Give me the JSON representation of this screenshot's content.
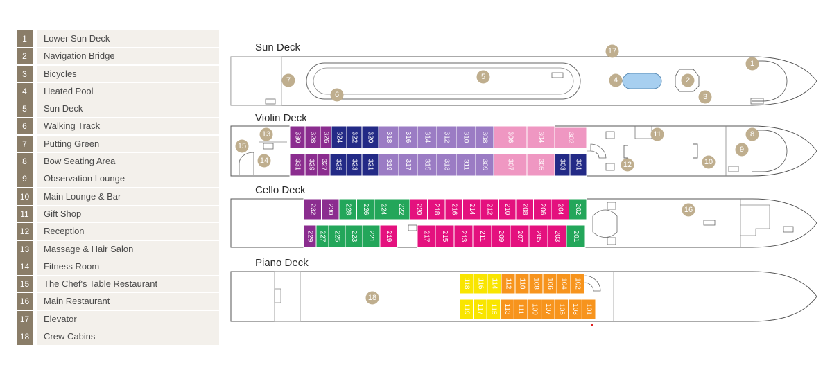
{
  "legend": [
    {
      "num": "1",
      "label": "Lower Sun Deck"
    },
    {
      "num": "2",
      "label": "Navigation Bridge"
    },
    {
      "num": "3",
      "label": "Bicycles"
    },
    {
      "num": "4",
      "label": "Heated Pool"
    },
    {
      "num": "5",
      "label": "Sun Deck"
    },
    {
      "num": "6",
      "label": "Walking Track"
    },
    {
      "num": "7",
      "label": "Putting Green"
    },
    {
      "num": "8",
      "label": "Bow Seating Area"
    },
    {
      "num": "9",
      "label": "Observation Lounge"
    },
    {
      "num": "10",
      "label": "Main Lounge & Bar"
    },
    {
      "num": "11",
      "label": "Gift Shop"
    },
    {
      "num": "12",
      "label": "Reception"
    },
    {
      "num": "13",
      "label": "Massage & Hair Salon"
    },
    {
      "num": "14",
      "label": "Fitness Room"
    },
    {
      "num": "15",
      "label": "The Chef's Table Restaurant"
    },
    {
      "num": "16",
      "label": "Main Restaurant"
    },
    {
      "num": "17",
      "label": "Elevator"
    },
    {
      "num": "18",
      "label": "Crew Cabins"
    }
  ],
  "colors": {
    "badge": "#bfae8e",
    "legend_num": "#8a7d68",
    "legend_bg": "#f3f0eb",
    "hull": "#555555",
    "cabin_purple": "#8b2d8f",
    "cabin_navy": "#232a86",
    "cabin_lavender": "#9b7cc4",
    "cabin_pink": "#ef97c2",
    "cabin_green": "#23a65a",
    "cabin_magenta": "#e4117e",
    "cabin_orange": "#f7941d",
    "cabin_yellow": "#f9e500"
  },
  "decks": {
    "sun": {
      "title": "Sun Deck",
      "badges": [
        "17",
        "1",
        "7",
        "5",
        "4",
        "2",
        "6",
        "3"
      ]
    },
    "violin": {
      "title": "Violin Deck",
      "top_cabins": [
        "330",
        "328",
        "326",
        "324",
        "322",
        "320",
        "318",
        "316",
        "314",
        "312",
        "310",
        "308",
        "306",
        "304",
        "302"
      ],
      "bottom_cabins": [
        "331",
        "329",
        "327",
        "325",
        "323",
        "321",
        "319",
        "317",
        "315",
        "313",
        "311",
        "309",
        "307",
        "305",
        "303",
        "301"
      ],
      "badges": [
        "13",
        "15",
        "14",
        "11",
        "8",
        "9",
        "12",
        "10"
      ]
    },
    "cello": {
      "title": "Cello Deck",
      "top_cabins": [
        "232",
        "230",
        "228",
        "226",
        "224",
        "222",
        "220",
        "218",
        "216",
        "214",
        "212",
        "210",
        "208",
        "206",
        "204",
        "202"
      ],
      "bottom_cabins": [
        "229",
        "227",
        "225",
        "223",
        "221",
        "219",
        "217",
        "215",
        "213",
        "211",
        "209",
        "207",
        "205",
        "203",
        "201"
      ],
      "badges": [
        "16"
      ]
    },
    "piano": {
      "title": "Piano Deck",
      "top_cabins": [
        "118",
        "116",
        "114",
        "112",
        "110",
        "108",
        "106",
        "104",
        "102"
      ],
      "bottom_cabins": [
        "119",
        "117",
        "115",
        "113",
        "111",
        "109",
        "107",
        "105",
        "103",
        "101"
      ],
      "badges": [
        "18"
      ]
    }
  }
}
